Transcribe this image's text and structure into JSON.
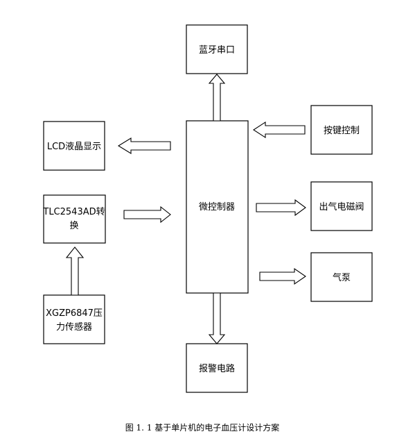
{
  "blocks": {
    "bluetooth": "蓝牙串口",
    "keypad": "按键控制",
    "lcd": "LCD液晶显示",
    "mcu": "微控制器",
    "adc_line1": "TLC2543AD转",
    "adc_line2": "换",
    "valve": "出气电磁阀",
    "pump": "气泵",
    "sensor_line1": "XGZP6847压",
    "sensor_line2": "力传感器",
    "alarm": "报警电路"
  },
  "caption": "图 1. 1 基于单片机的电子血压计设计方案"
}
